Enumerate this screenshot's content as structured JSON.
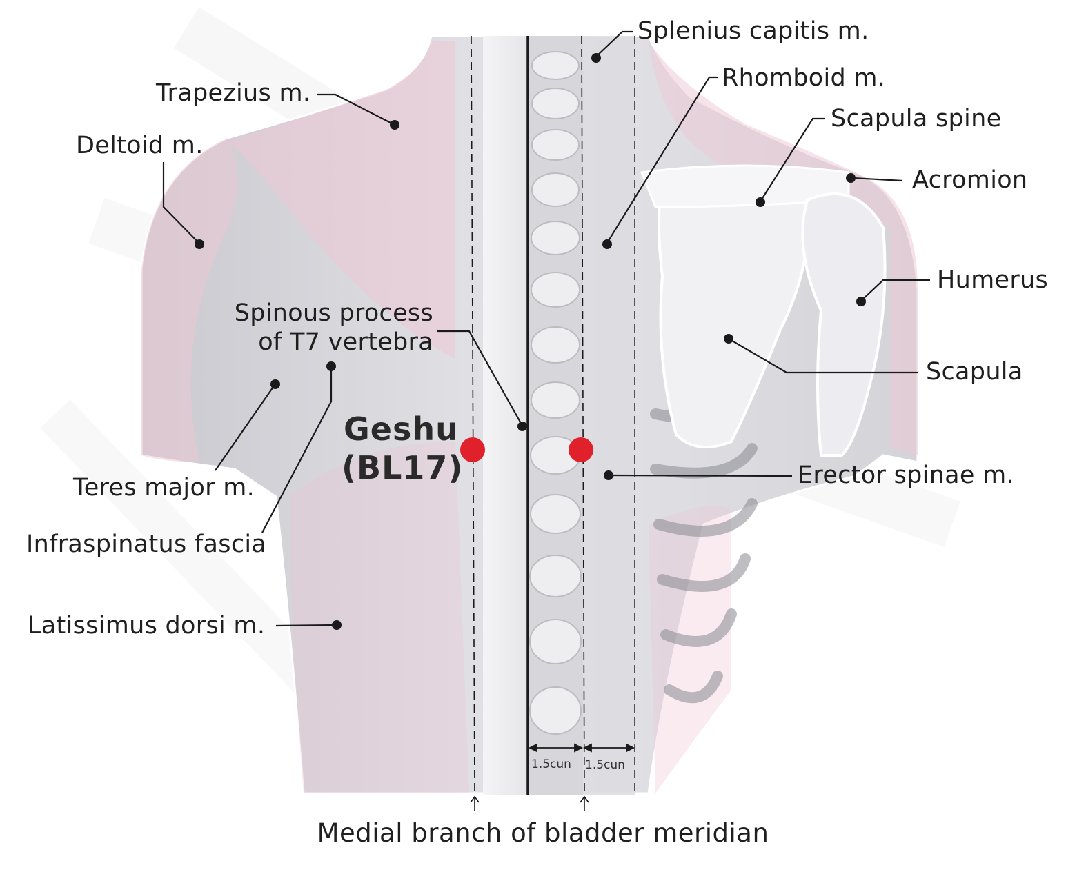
{
  "acupoint": {
    "name": "Geshu",
    "code": "(BL17)",
    "marker_color": "#e0202a"
  },
  "labels": {
    "splenius": "Splenius capitis m.",
    "rhomboid": "Rhomboid m.",
    "trapezius": "Trapezius m.",
    "scapula_spine": "Scapula spine",
    "deltoid": "Deltoid m.",
    "acromion": "Acromion",
    "humerus": "Humerus",
    "spinous_line1": "Spinous process",
    "spinous_line2": "of T7 vertebra",
    "scapula": "Scapula",
    "erector": "Erector spinae m.",
    "teres": "Teres major m.",
    "infraspinatus": "Infraspinatus fascia",
    "latissimus": "Latissimus dorsi m.",
    "cun_left": "1.5cun",
    "cun_right": "1.5cun",
    "meridian": "Medial branch of bladder meridian"
  },
  "colors": {
    "body": "#d9d9de",
    "muscle_pink": "#eec7d3",
    "bone": "#f1f1f4",
    "line": "#1a1a1a"
  }
}
